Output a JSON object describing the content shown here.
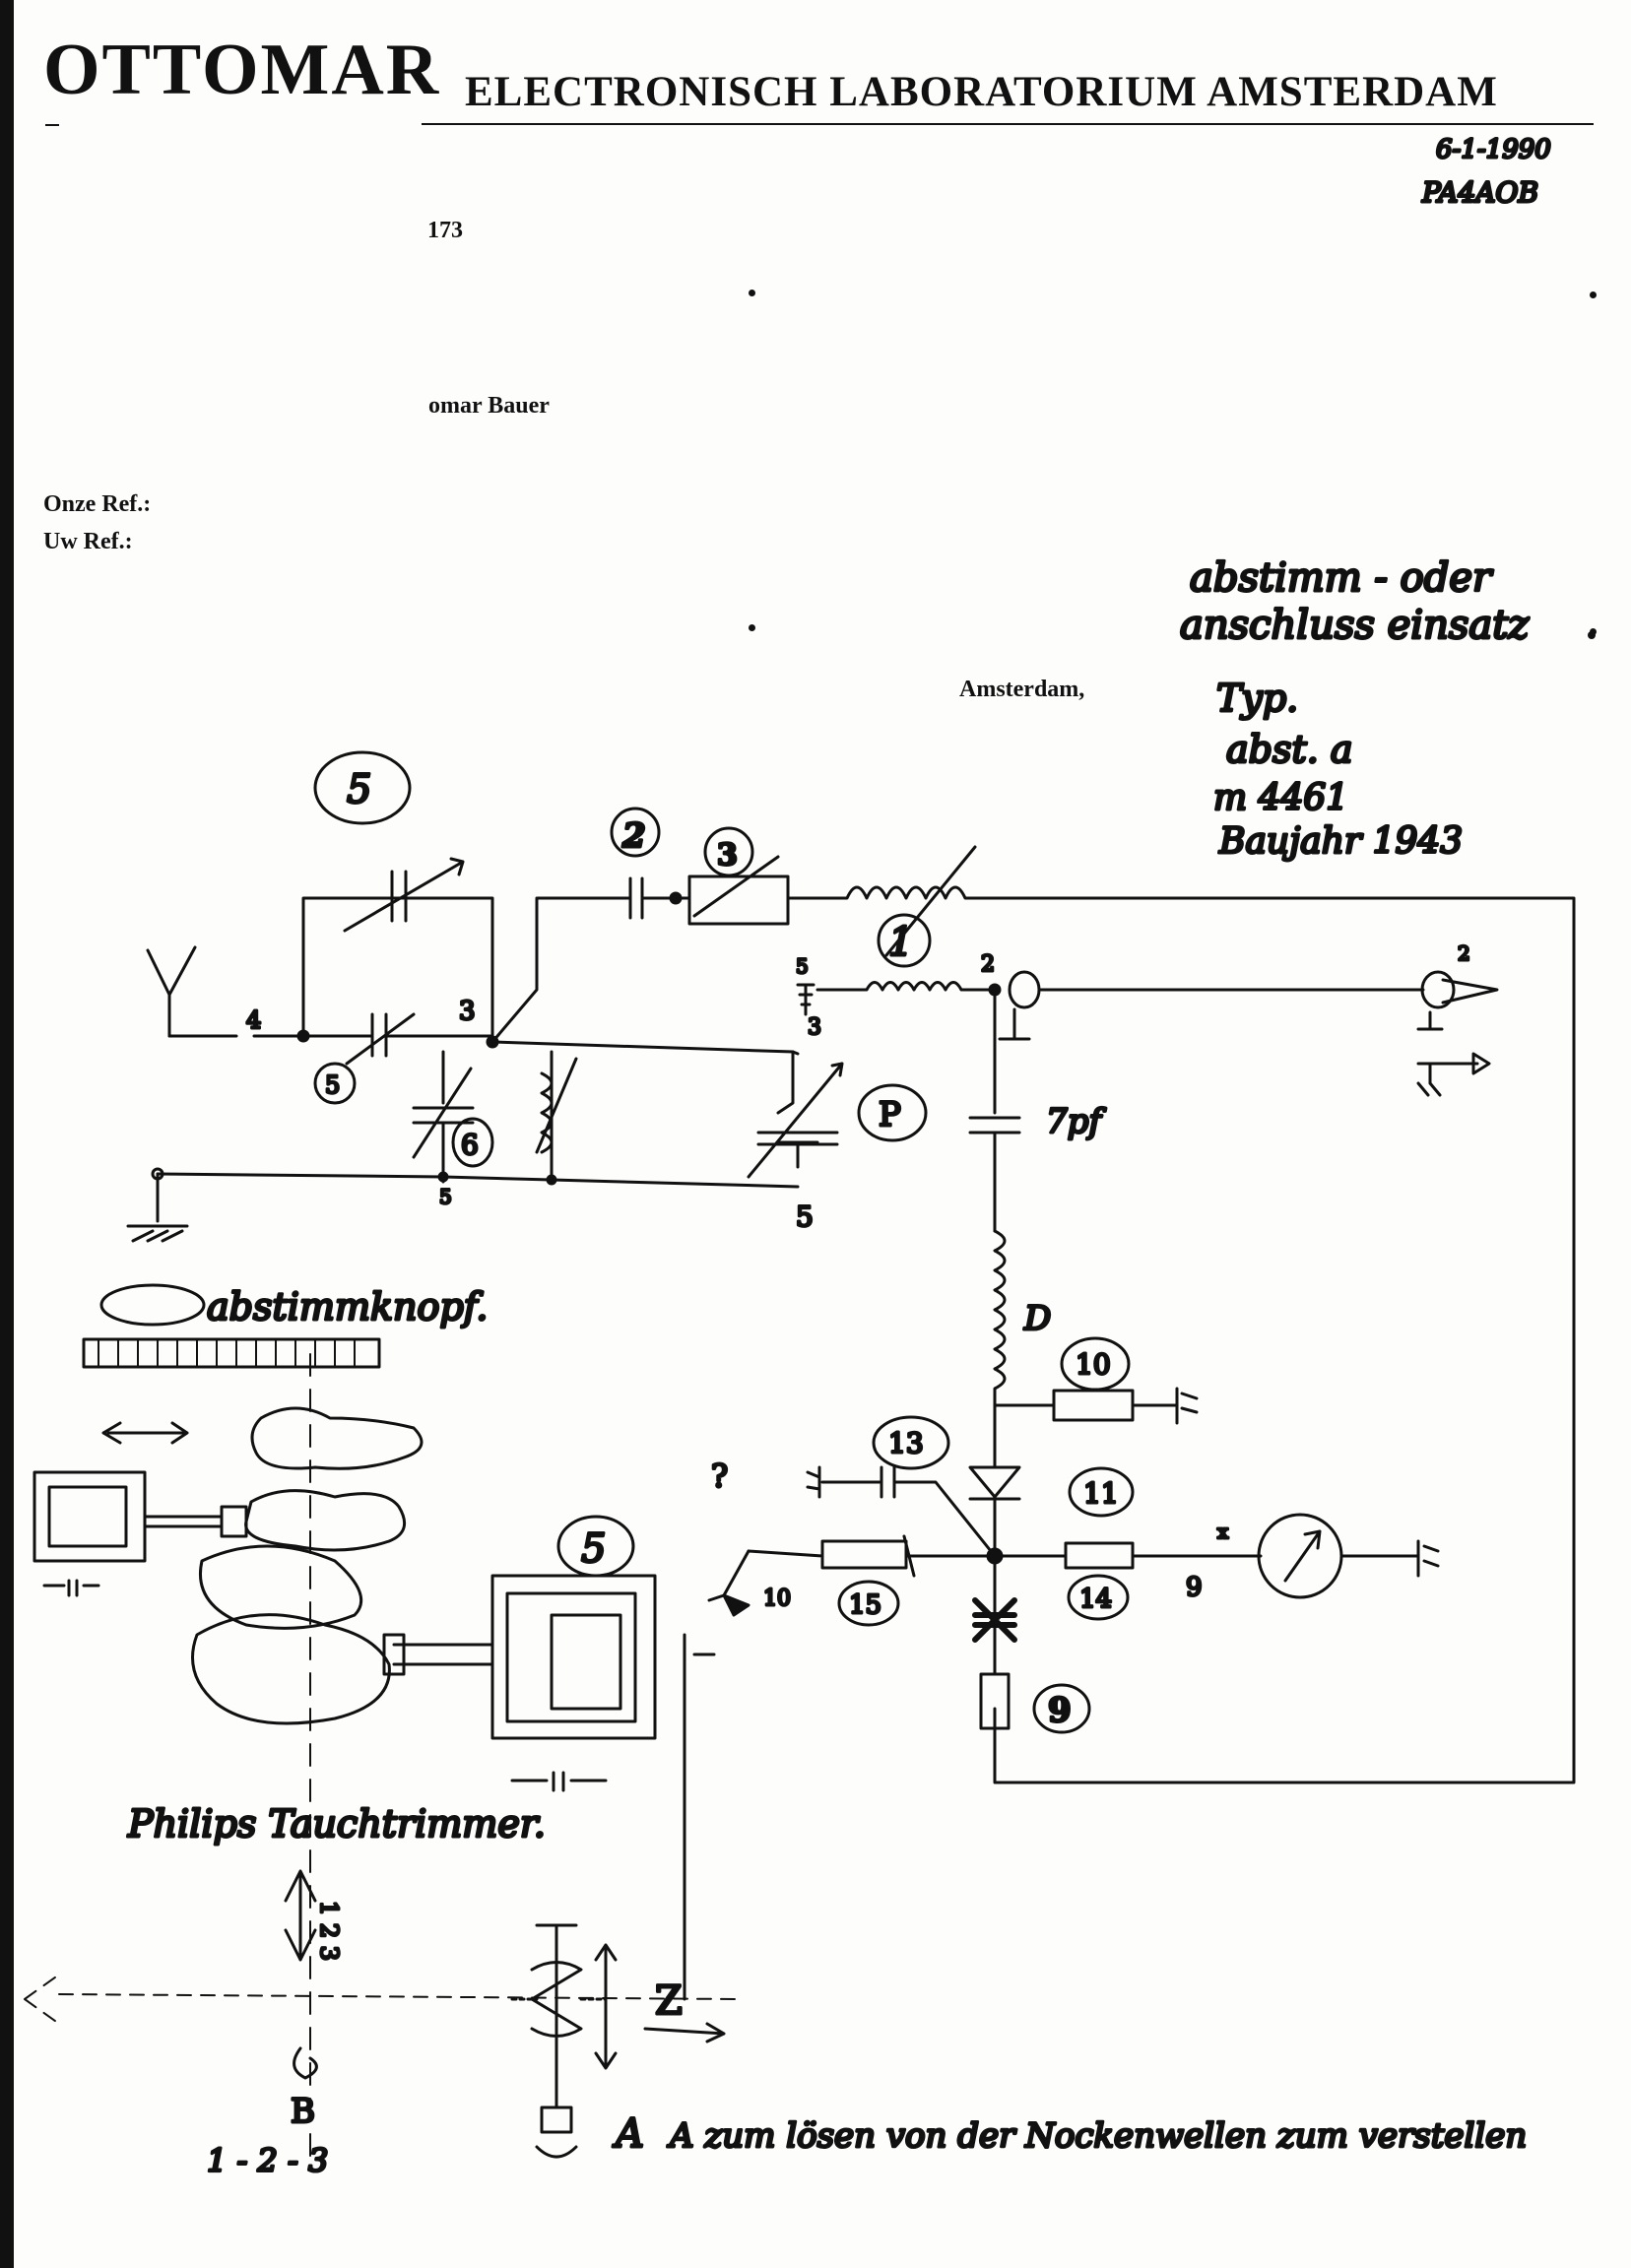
{
  "letterhead": {
    "brand": "OTTOMAR",
    "subtitle": "ELECTRONISCH LABORATORIUM AMSTERDAM",
    "partial_number": "173",
    "partial_name": "omar Bauer",
    "onze_ref_label": "Onze Ref.:",
    "uw_ref_label": "Uw Ref.:",
    "place_label": "Amsterdam,"
  },
  "handwritten": {
    "date": "6-1-1990",
    "code": "PA4AOB",
    "note_top_line1": "abstimm - oder",
    "note_top_line2": "anschluss einsatz",
    "type_line1": "Typ.",
    "type_line2": "abst. a",
    "type_line3": "m 4461",
    "type_line4": "Baujahr 1943",
    "knob_label": "abstimmknopf.",
    "trimmer_label": "Philips Tauchtrimmer.",
    "note_bottom": "A zum lösen von der Nockenwellen zum verstellen",
    "b_label": "B",
    "b_positions": "1 - 2 - 3",
    "axis_label": "1 2 3",
    "question": "?",
    "cap_value": "7pf",
    "coil_label": "D"
  },
  "components": {
    "c1": "1",
    "c2": "2",
    "c3": "3",
    "c5": "5",
    "c6": "6",
    "c9": "9",
    "c10": "10",
    "c11": "11",
    "c13": "13",
    "c14": "14",
    "c15": "15",
    "p": "P",
    "pin2": "2",
    "pin3": "3",
    "pin4": "4",
    "pin5": "5",
    "pin9": "9",
    "pin10": "10",
    "pin_cross": "x",
    "z": "Z",
    "a": "A"
  }
}
